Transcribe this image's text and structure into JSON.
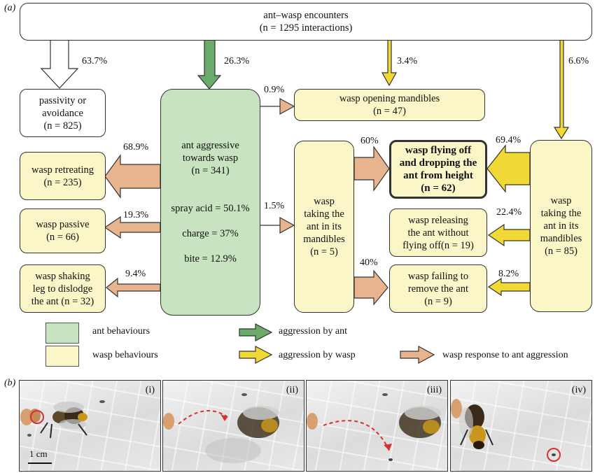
{
  "panel_a_label": "(a)",
  "panel_b_label": "(b)",
  "colors": {
    "ant": "#c8e3bf",
    "wasp": "#fbf6c8",
    "ant_arrow": "#6aaa6a",
    "wasp_arrow": "#f0d835",
    "response_arrow": "#e8b48e"
  },
  "top": {
    "line1": "ant–wasp encounters",
    "line2": "(n = 1295 interactions)"
  },
  "pct": {
    "passive_branch": "63.7%",
    "ant_branch": "26.3%",
    "wasp_open_branch": "3.4%",
    "wasp_take_branch": "6.6%",
    "to_open": "0.9%",
    "to_retreat": "68.9%",
    "to_passive": "19.3%",
    "to_shake": "9.4%",
    "to_take5": "1.5%",
    "to_fly60": "60%",
    "to_fail40": "40%",
    "to_fly694": "69.4%",
    "to_release": "22.4%",
    "to_fail82": "8.2%"
  },
  "boxes": {
    "passivity": [
      "passivity or",
      "avoidance",
      "(n = 825)"
    ],
    "ant_aggr": [
      "ant aggressive",
      "towards wasp",
      "(n = 341)",
      "",
      "spray acid = 50.1%",
      "",
      "charge = 37%",
      "",
      "bite = 12.9%"
    ],
    "wasp_open": [
      "wasp opening mandibles",
      "(n = 47)"
    ],
    "retreat": [
      "wasp retreating",
      "(n = 235)"
    ],
    "passive": [
      "wasp passive",
      "(n = 66)"
    ],
    "shaking": [
      "wasp shaking",
      "leg to dislodge",
      "the ant (n = 32)"
    ],
    "take5": [
      "wasp",
      "taking the",
      "ant in its",
      "mandibles",
      "(n = 5)"
    ],
    "fly": [
      "wasp flying off",
      "and dropping the",
      "ant from height",
      "(n = 62)"
    ],
    "release": [
      "wasp releasing",
      "the ant without",
      "flying off(n = 19)"
    ],
    "fail": [
      "wasp failing to",
      "remove the ant",
      "(n = 9)"
    ],
    "take85": [
      "wasp",
      "taking the",
      "ant in its",
      "mandibles",
      "(n = 85)"
    ]
  },
  "legend": {
    "ant_beh": "ant behaviours",
    "wasp_beh": "wasp behaviours",
    "aggr_ant": "aggression by ant",
    "aggr_wasp": "aggression by wasp",
    "response": "wasp response to ant aggression"
  },
  "photos": {
    "labels": [
      "(i)",
      "(ii)",
      "(iii)",
      "(iv)"
    ],
    "scale": "1 cm"
  }
}
